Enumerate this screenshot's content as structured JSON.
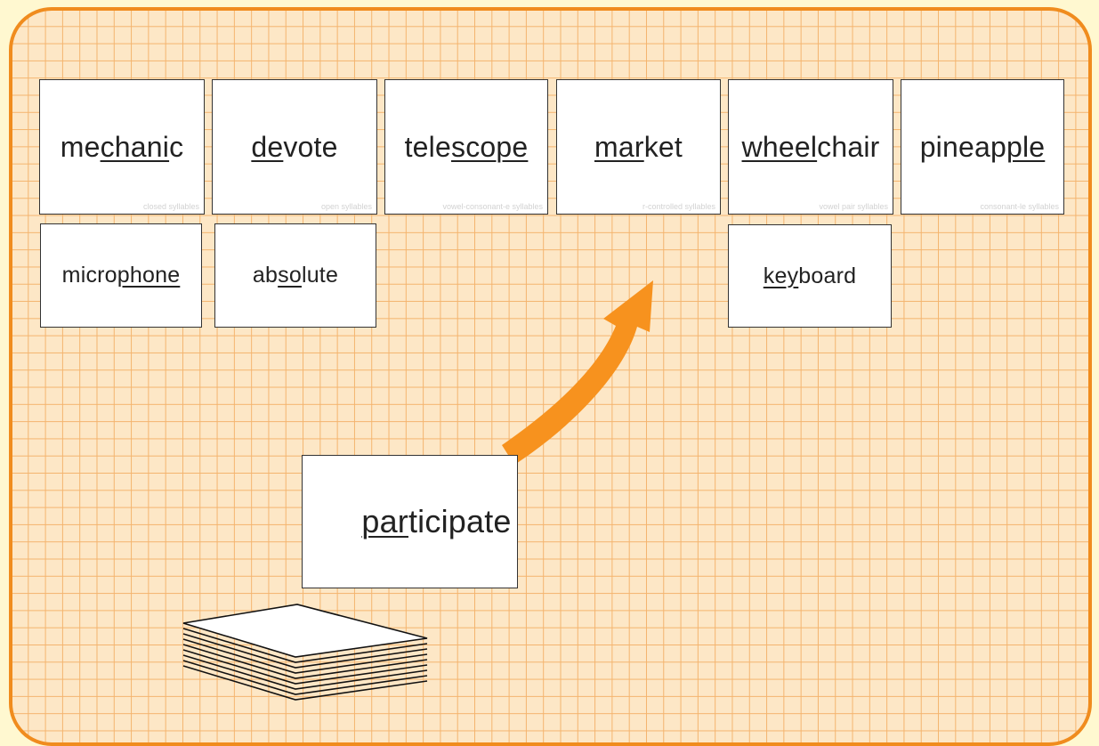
{
  "colors": {
    "frame": "#f08c1e",
    "grid": "#f4b46e",
    "arrow": "#f7921e",
    "board_bg": "#fde7c6",
    "outer_bg": "#fff8d0"
  },
  "category_cards": [
    {
      "id": "mechanic",
      "pre": "me",
      "u": "chani",
      "post": "c",
      "category": "closed syllables"
    },
    {
      "id": "devote",
      "pre": "",
      "u": "de",
      "post": "vote",
      "category": "open syllables"
    },
    {
      "id": "telescope",
      "pre": "tele",
      "u": "scope",
      "post": "",
      "category": "vowel-consonant-e syllables"
    },
    {
      "id": "market",
      "pre": "",
      "u": "mar",
      "post": "ket",
      "category": "r-controlled syllables"
    },
    {
      "id": "wheelchair",
      "pre": "",
      "u": "wheel",
      "post": "chair",
      "category": "vowel pair syllables"
    },
    {
      "id": "pineapple",
      "pre": "pineap",
      "u": "ple",
      "post": "",
      "category": "consonant-le syllables"
    }
  ],
  "sorted_cards": [
    {
      "id": "microphone",
      "pre": "micro",
      "u": "phone",
      "post": ""
    },
    {
      "id": "absolute",
      "pre": "ab",
      "u": "so",
      "post": "lute"
    },
    {
      "id": "keyboard",
      "pre": "",
      "u": "key",
      "post": "board"
    }
  ],
  "current_card": {
    "pre": "",
    "u": "par",
    "post": "ticipate"
  },
  "arrow_icon": "curved-arrow-icon",
  "deck_icon": "card-deck-icon"
}
